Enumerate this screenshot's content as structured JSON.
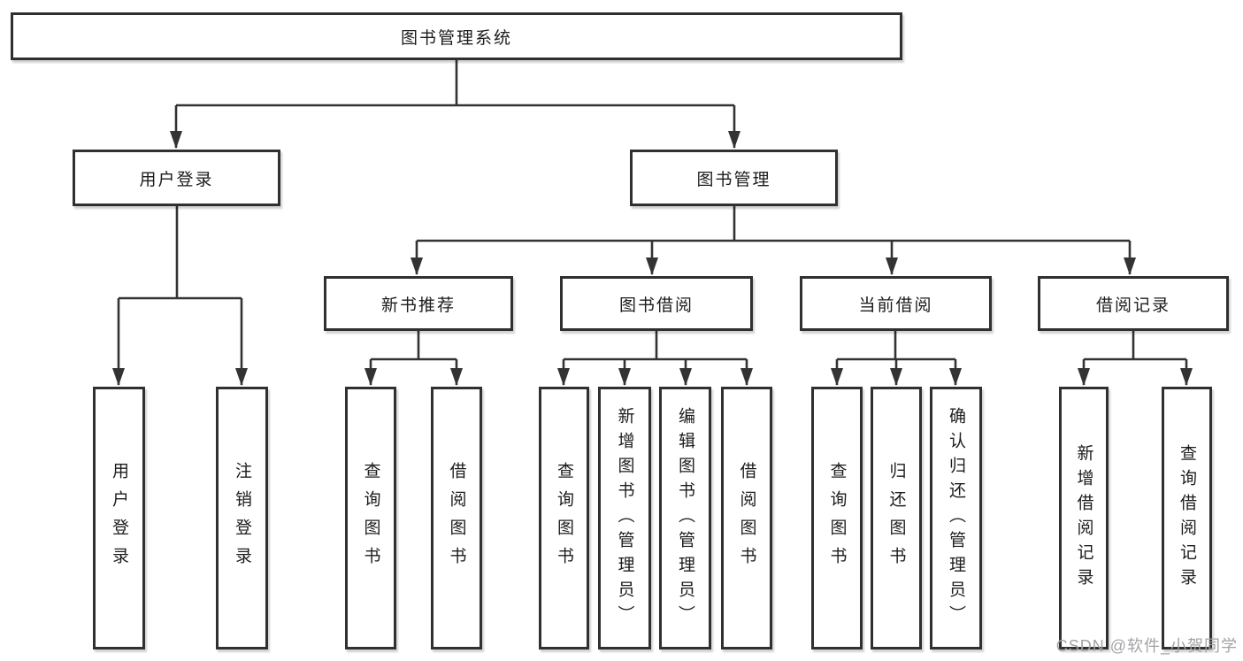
{
  "diagram": {
    "title": "图书管理系统",
    "root": {
      "label": "图书管理系统"
    },
    "level2": [
      {
        "label": "用户登录"
      },
      {
        "label": "图书管理"
      }
    ],
    "level3": [
      {
        "label": "新书推荐"
      },
      {
        "label": "图书借阅"
      },
      {
        "label": "当前借阅"
      },
      {
        "label": "借阅记录"
      }
    ],
    "leaves": [
      {
        "label": "用户登录"
      },
      {
        "label": "注销登录"
      },
      {
        "label": "查询图书"
      },
      {
        "label": "借阅图书"
      },
      {
        "label": "查询图书"
      },
      {
        "label": "新增图书（管理员）"
      },
      {
        "label": "编辑图书（管理员）"
      },
      {
        "label": "借阅图书"
      },
      {
        "label": "查询图书"
      },
      {
        "label": "归还图书"
      },
      {
        "label": "确认归还（管理员）"
      },
      {
        "label": "新增借阅记录"
      },
      {
        "label": "查询借阅记录"
      }
    ],
    "watermark": "CSDN @软件_小贺同学",
    "colors": {
      "line": "#333333",
      "box_border": "#303030",
      "text": "#1c1c1c",
      "watermark": "#a3a3a7",
      "background": "#ffffff"
    }
  }
}
